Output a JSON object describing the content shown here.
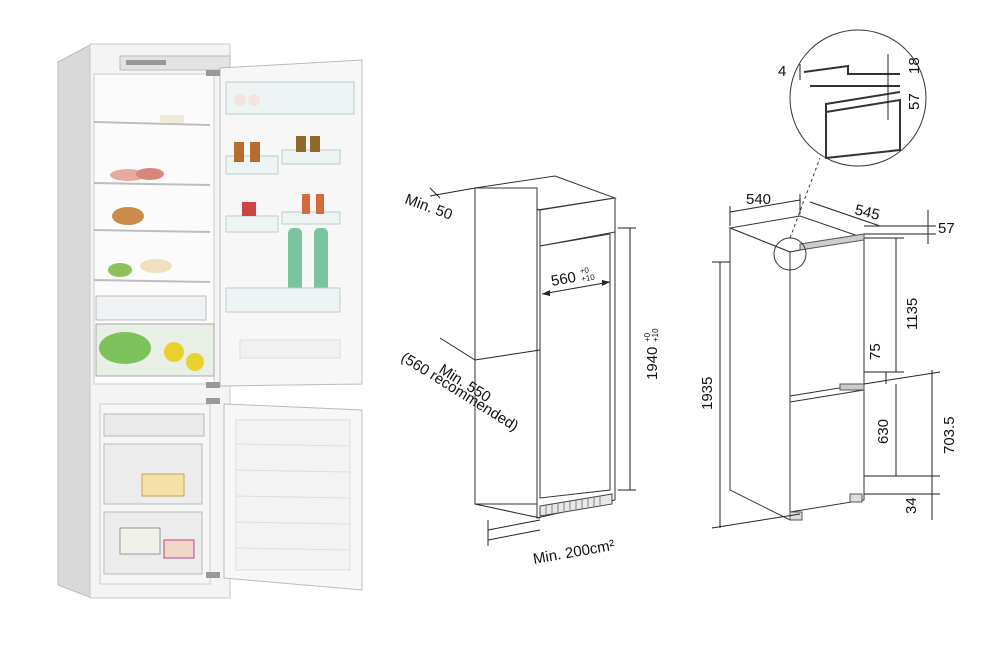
{
  "niche": {
    "depth_min_label": "Min. 50",
    "width_label": "560",
    "width_tol_upper": "+0",
    "width_tol_lower": "+10",
    "height_label": "1940",
    "height_tol_upper": "+0",
    "height_tol_lower": "+10",
    "side_label_line1": "Min. 550",
    "side_label_line2": "(560 recommended)",
    "vent_label": "Min. 200cm²"
  },
  "appliance": {
    "width_label": "540",
    "depth_label": "545",
    "top_offset_label": "57",
    "total_height_label": "1935",
    "upper_height_label": "1135",
    "gap_label": "75",
    "lower_height_label": "630",
    "lower_total_label": "703.5",
    "foot_label": "34"
  },
  "detail": {
    "gap_label": "4",
    "upper_label": "18",
    "lower_label": "57"
  },
  "colors": {
    "line": "#222222",
    "shelf_green": "#7bc4a0",
    "door_frame": "#e8e8e8"
  }
}
